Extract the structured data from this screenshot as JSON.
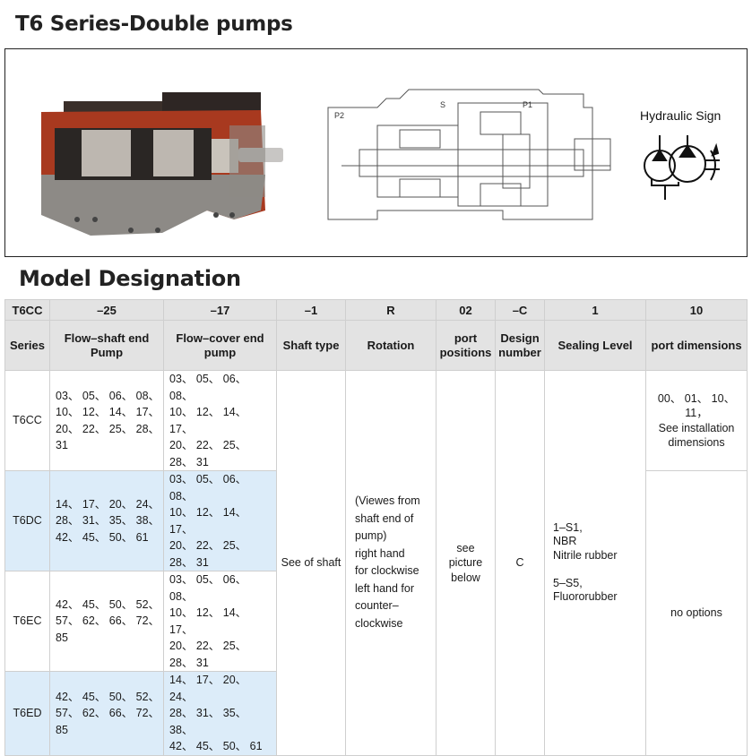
{
  "title": "T6 Series-Double pumps",
  "figure": {
    "photo_alt": "Cutaway photo of T6 double vane pump",
    "diagram_labels": {
      "p2": "P2",
      "s": "S",
      "p1": "P1"
    },
    "hydraulic_sign_label": "Hydraulic Sign"
  },
  "section_title": "Model Designation",
  "table": {
    "codes": [
      "T6CC",
      "–25",
      "–17",
      "–1",
      "R",
      "02",
      "–C",
      "1",
      "10"
    ],
    "headers": [
      "Series",
      "Flow–shaft end Pump",
      "Flow–cover end pump",
      "Shaft type",
      "Rotation",
      "port positions",
      "Design number",
      "Sealing Level",
      "port dimensions"
    ],
    "rows": [
      {
        "series": "T6CC",
        "shaft_end": "03、 05、 06、 08、\n10、 12、 14、 17、\n20、 22、 25、 28、 31",
        "cover_end": "03、 05、 06、 08、\n10、 12、 14、 17、\n20、 22、 25、 28、 31"
      },
      {
        "series": "T6DC",
        "shaft_end": "14、 17、 20、 24、\n28、 31、 35、 38、\n42、 45、 50、 61",
        "cover_end": "03、 05、 06、 08、\n10、 12、 14、 17、\n20、 22、 25、 28、 31"
      },
      {
        "series": "T6EC",
        "shaft_end": "42、 45、 50、 52、\n57、 62、 66、 72、 85",
        "cover_end": "03、 05、 06、 08、\n10、 12、 14、 17、\n20、 22、 25、 28、 31"
      },
      {
        "series": "T6ED",
        "shaft_end": "42、 45、 50、 52、\n57、 62、 66、 72、 85",
        "cover_end": "14、 17、 20、 24、\n28、 31、 35、 38、\n42、 45、 50、 61"
      }
    ],
    "shaft_type": "See of shaft",
    "rotation": "(Viewes from\nshaft end of\npump)\nright hand\nfor clockwise\nleft hand for\ncounter–\nclockwise",
    "port_positions": "see\npicture\nbelow",
    "design_number": "C",
    "sealing_level": "1–S1,\nNBR\nNitrile rubber\n\n5–S5,\nFluororubber",
    "port_dimensions_cc": "00、 01、 10、 11，\nSee installation\ndimensions",
    "port_dimensions_other": "no options"
  },
  "colors": {
    "header_bg": "#e3e3e3",
    "alt_row_bg": "#dcecf9",
    "border": "#cfcfcf",
    "pump_red": "#a8391f"
  }
}
